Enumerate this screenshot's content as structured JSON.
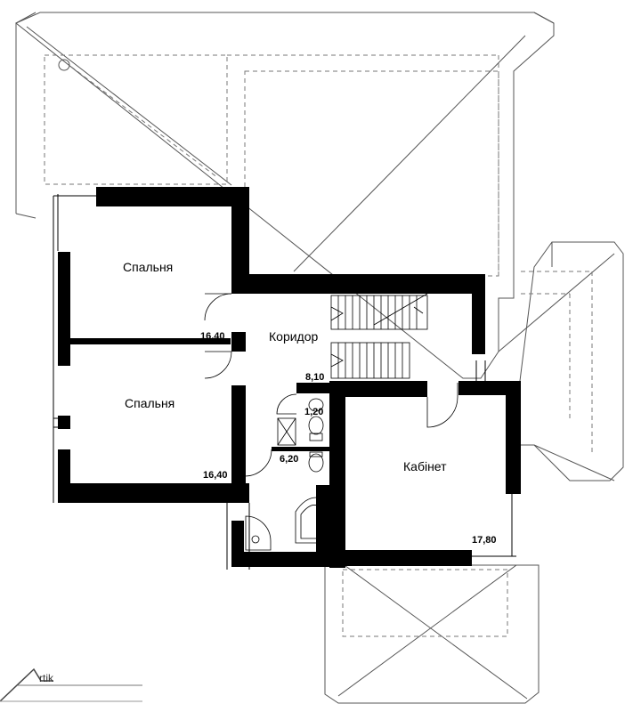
{
  "rooms": [
    {
      "name": "Спальня",
      "area": "16,40"
    },
    {
      "name": "Спальня",
      "area": "16,40"
    },
    {
      "name": "Коридор",
      "area": "8,10"
    },
    {
      "name": "",
      "area": "1,20"
    },
    {
      "name": "",
      "area": "6,20"
    },
    {
      "name": "Кабінет",
      "area": "17,80"
    }
  ],
  "logo": {
    "text": "rtik"
  }
}
